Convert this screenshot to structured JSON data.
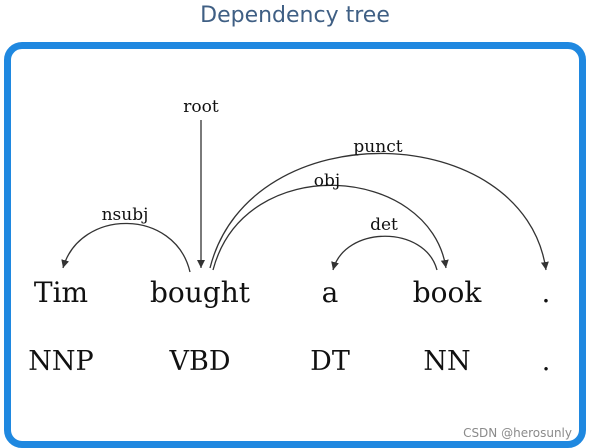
{
  "title": "Dependency tree",
  "tokens": [
    {
      "word": "Tim",
      "tag": "NNP"
    },
    {
      "word": "bought",
      "tag": "VBD"
    },
    {
      "word": "a",
      "tag": "DT"
    },
    {
      "word": "book",
      "tag": "NN"
    },
    {
      "word": ".",
      "tag": "."
    }
  ],
  "relations": {
    "root": "root",
    "nsubj": "nsubj",
    "punct": "punct",
    "obj": "obj",
    "det": "det"
  },
  "watermark": "CSDN @herosunly",
  "colors": {
    "border": "#1f88e0",
    "title": "#3f5f84",
    "ink": "#111111"
  }
}
